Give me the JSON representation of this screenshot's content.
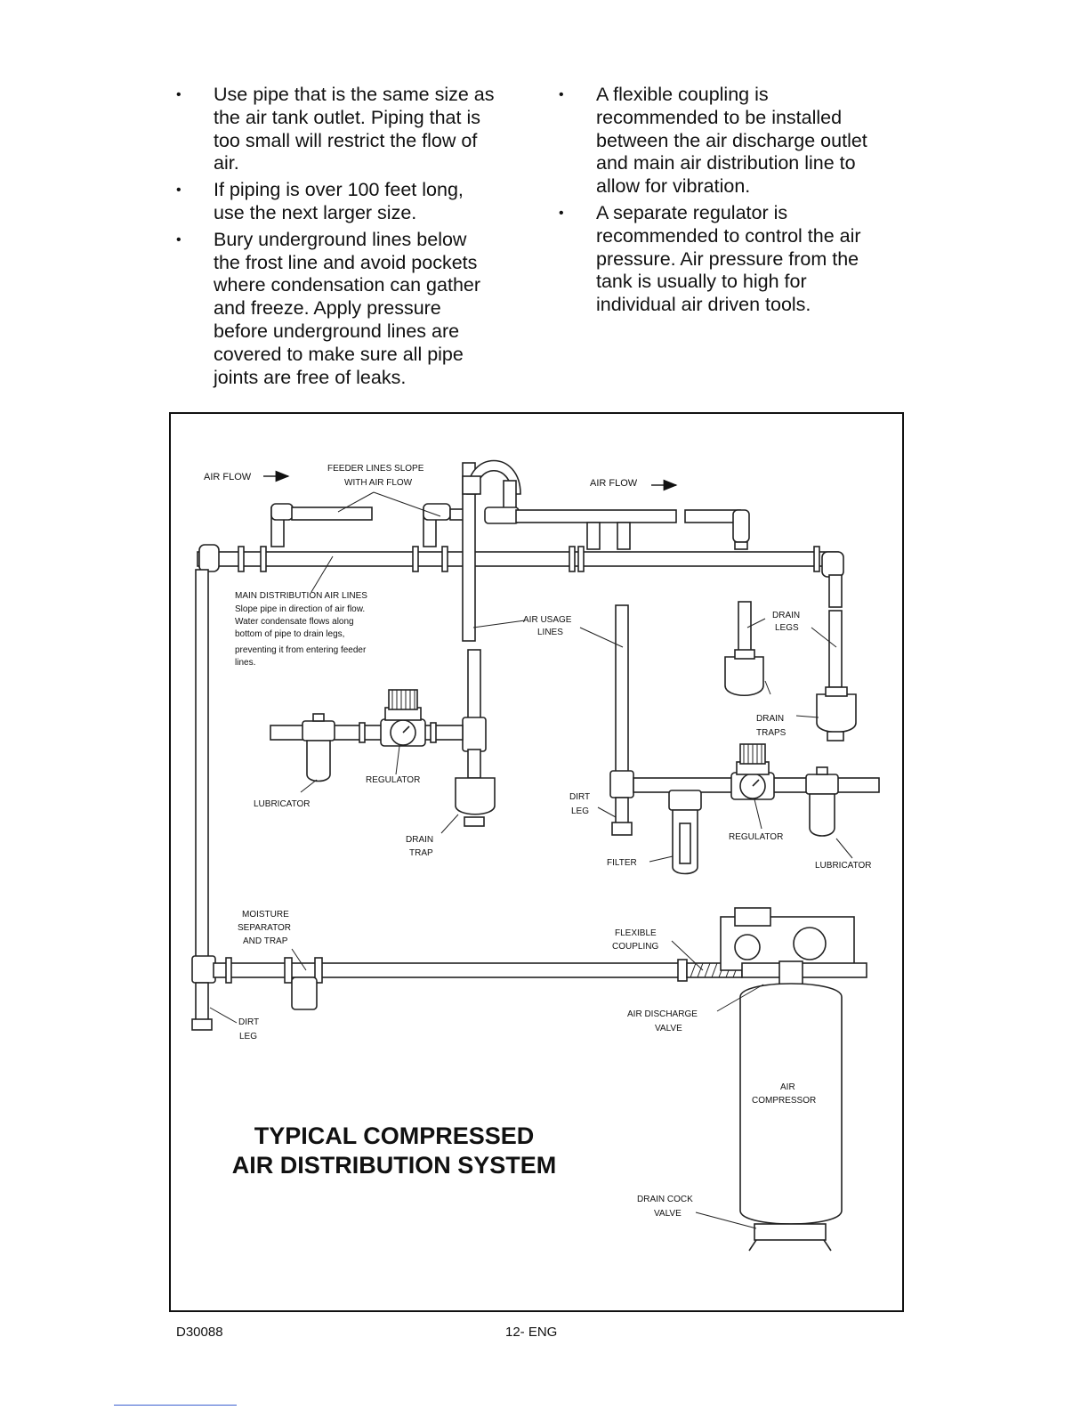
{
  "left_bullets": [
    "Use pipe that is the same size as the air tank outlet. Piping that is too small will restrict the flow of air.",
    "If piping is over 100 feet long, use the next larger size.",
    "Bury underground lines below the frost line and avoid pockets where condensation can gather and freeze. Apply pressure before underground lines are covered to make sure all pipe joints are free of leaks."
  ],
  "left_lines": [
    [
      "Use pipe that is the same size as",
      "the air tank outlet. Piping that is",
      "too small will restrict the flow of",
      "air."
    ],
    [
      "If piping is over 100 feet long,",
      "use the next larger size."
    ],
    [
      "Bury underground lines below",
      "the frost line and avoid pockets",
      "where condensation can gather",
      "and freeze. Apply pressure",
      "before underground lines are",
      "covered to make sure all pipe",
      "joints are free of leaks."
    ]
  ],
  "right_lines": [
    [
      "A flexible coupling is",
      "recommended to be installed",
      "between the air discharge outlet",
      "and main air distribution line to",
      "allow for vibration."
    ],
    [
      "A separate regulator is",
      "recommended to control the air",
      "pressure. Air pressure from the",
      "tank is usually to high for",
      "individual air driven tools."
    ]
  ],
  "bullet_symbol": "•",
  "diagram": {
    "title_line1": "TYPICAL COMPRESSED",
    "title_line2": "AIR DISTRIBUTION SYSTEM",
    "labels": {
      "air_flow_left": "AIR FLOW",
      "feeder_1": "FEEDER LINES SLOPE",
      "feeder_2": "WITH AIR FLOW",
      "air_flow_right": "AIR FLOW",
      "main_dist": "MAIN DISTRIBUTION AIR LINES",
      "main_note_1": "Slope pipe in direction of air flow.",
      "main_note_2": "Water condensate flows along",
      "main_note_3": "bottom of pipe to drain legs,",
      "main_note_4": "preventing it from entering feeder",
      "main_note_5": "lines.",
      "air_usage_1": "AIR USAGE",
      "air_usage_2": "LINES",
      "drain_legs_1": "DRAIN",
      "drain_legs_2": "LEGS",
      "drain_traps_1": "DRAIN",
      "drain_traps_2": "TRAPS",
      "regulator_left": "REGULATOR",
      "lubricator_left": "LUBRICATOR",
      "drain_trap_1": "DRAIN",
      "drain_trap_2": "TRAP",
      "dirt_leg_mid_1": "DIRT",
      "dirt_leg_mid_2": "LEG",
      "regulator_right": "REGULATOR",
      "filter": "FILTER",
      "lubricator_right": "LUBRICATOR",
      "moisture_1": "MOISTURE",
      "moisture_2": "SEPARATOR",
      "moisture_3": "AND TRAP",
      "flexible_1": "FLEXIBLE",
      "flexible_2": "COUPLING",
      "dirt_leg_low_1": "DIRT",
      "dirt_leg_low_2": "LEG",
      "air_discharge_1": "AIR DISCHARGE",
      "air_discharge_2": "VALVE",
      "air_compressor_1": "AIR",
      "air_compressor_2": "COMPRESSOR",
      "drain_cock_1": "DRAIN COCK",
      "drain_cock_2": "VALVE"
    }
  },
  "footer": {
    "doc_code": "D30088",
    "page": "12- ENG"
  }
}
